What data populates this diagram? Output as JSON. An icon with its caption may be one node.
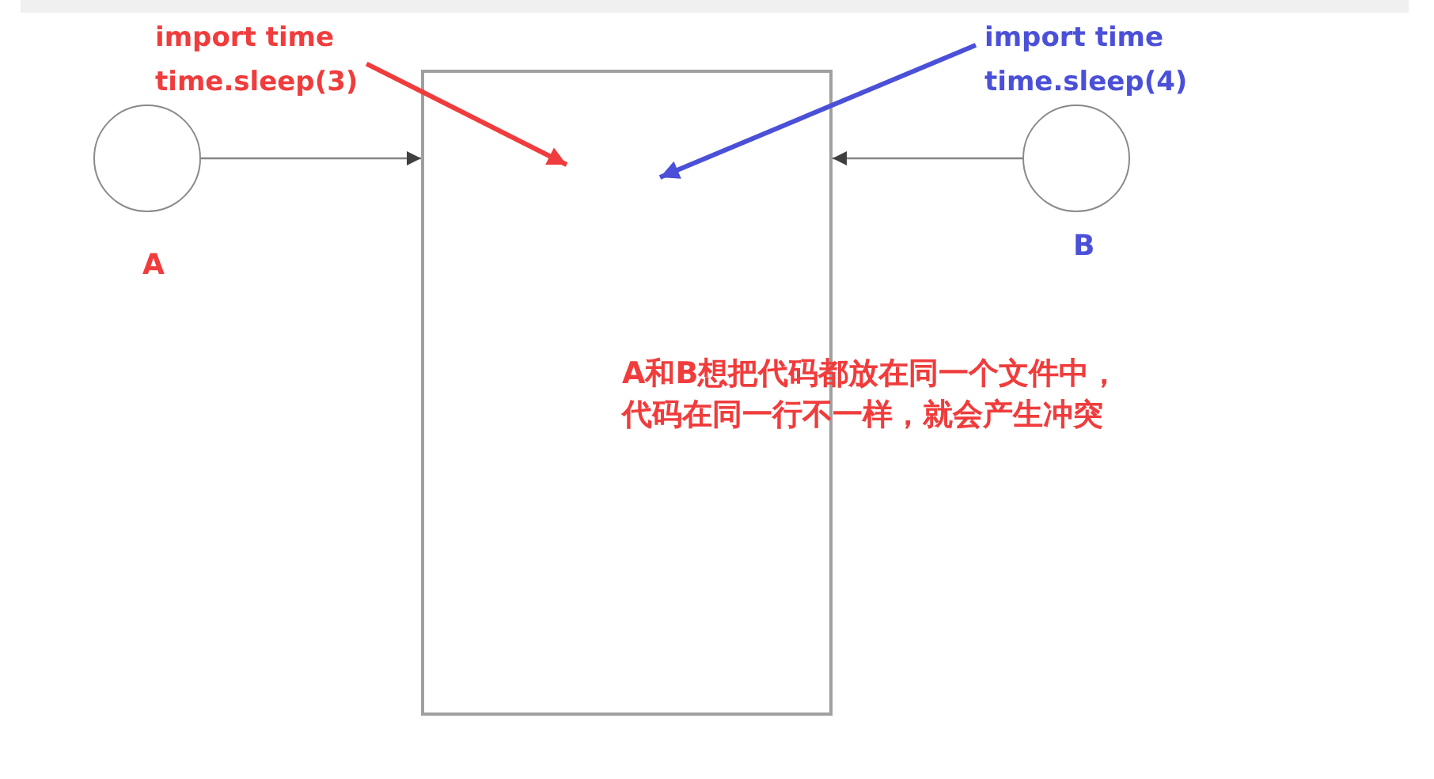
{
  "diagram": {
    "nodes": [
      {
        "text": [],
        "shape": "circle",
        "beside": [
          "A"
        ]
      },
      {
        "text": [
          "import time",
          "time.sleep(3)"
        ]
      },
      {
        "text": [],
        "shape": "box"
      },
      {
        "text": [
          "import time",
          "time.sleep(4)"
        ]
      },
      {
        "text": [],
        "shape": "circle",
        "beside": [
          "B"
        ]
      }
    ],
    "edges": [
      {
        "from": 0,
        "to": 2,
        "arrow": "to"
      },
      {
        "from": 4,
        "to": 2,
        "arrow": "to"
      },
      {
        "from": 1,
        "to": 2,
        "arrow": "to",
        "style": "thick",
        "color": "#f03c3c"
      },
      {
        "from": 3,
        "to": 2,
        "arrow": "to",
        "style": "thick",
        "color": "#4b50d8"
      }
    ],
    "labels": [
      "A和B想把代码都放在同一个文件中，代码在同一行不一样，就会产生冲突"
    ]
  }
}
